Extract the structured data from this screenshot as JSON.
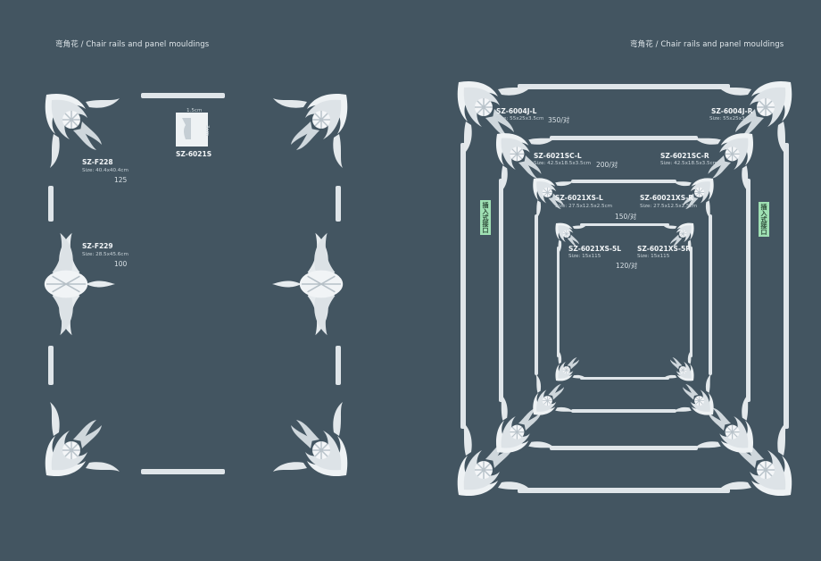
{
  "header": {
    "left": "弯角花 / Chair rails and panel mouldings",
    "right": "弯角花 / Chair rails and panel mouldings"
  },
  "left_panel": {
    "profile": {
      "width": "1.5cm",
      "height": "3cm",
      "code": "SZ-6021S"
    },
    "items": [
      {
        "code": "SZ-F228",
        "size": "Size: 40.4x40.4cm",
        "price": "125"
      },
      {
        "code": "SZ-F229",
        "size": "Size: 28.5x45.6cm",
        "price": "100"
      }
    ]
  },
  "right_panel": {
    "frames": [
      {
        "left_code": "SZ-6004J-L",
        "right_code": "SZ-6004J-R",
        "size": "Size: 55x25x3.5cm",
        "price": "350/对"
      },
      {
        "left_code": "SZ-6021SC-L",
        "right_code": "SZ-6021SC-R",
        "size": "Size: 42.5x18.5x3.5cm",
        "price": "200/对"
      },
      {
        "left_code": "SZ-6021XS-L",
        "right_code": "SZ-60021XS-R",
        "size": "Size: 27.5x12.5x2.5cm",
        "price": "150/对"
      },
      {
        "left_code": "SZ-6021XS-5L",
        "right_code": "SZ-6021XS-5R",
        "size": "Size: 15x115",
        "price": "120/对"
      }
    ],
    "insert_tag": "插入式接口"
  },
  "colors": {
    "background": "#435561",
    "moulding": "#e9edf0",
    "tag": "#9fe0b3"
  }
}
